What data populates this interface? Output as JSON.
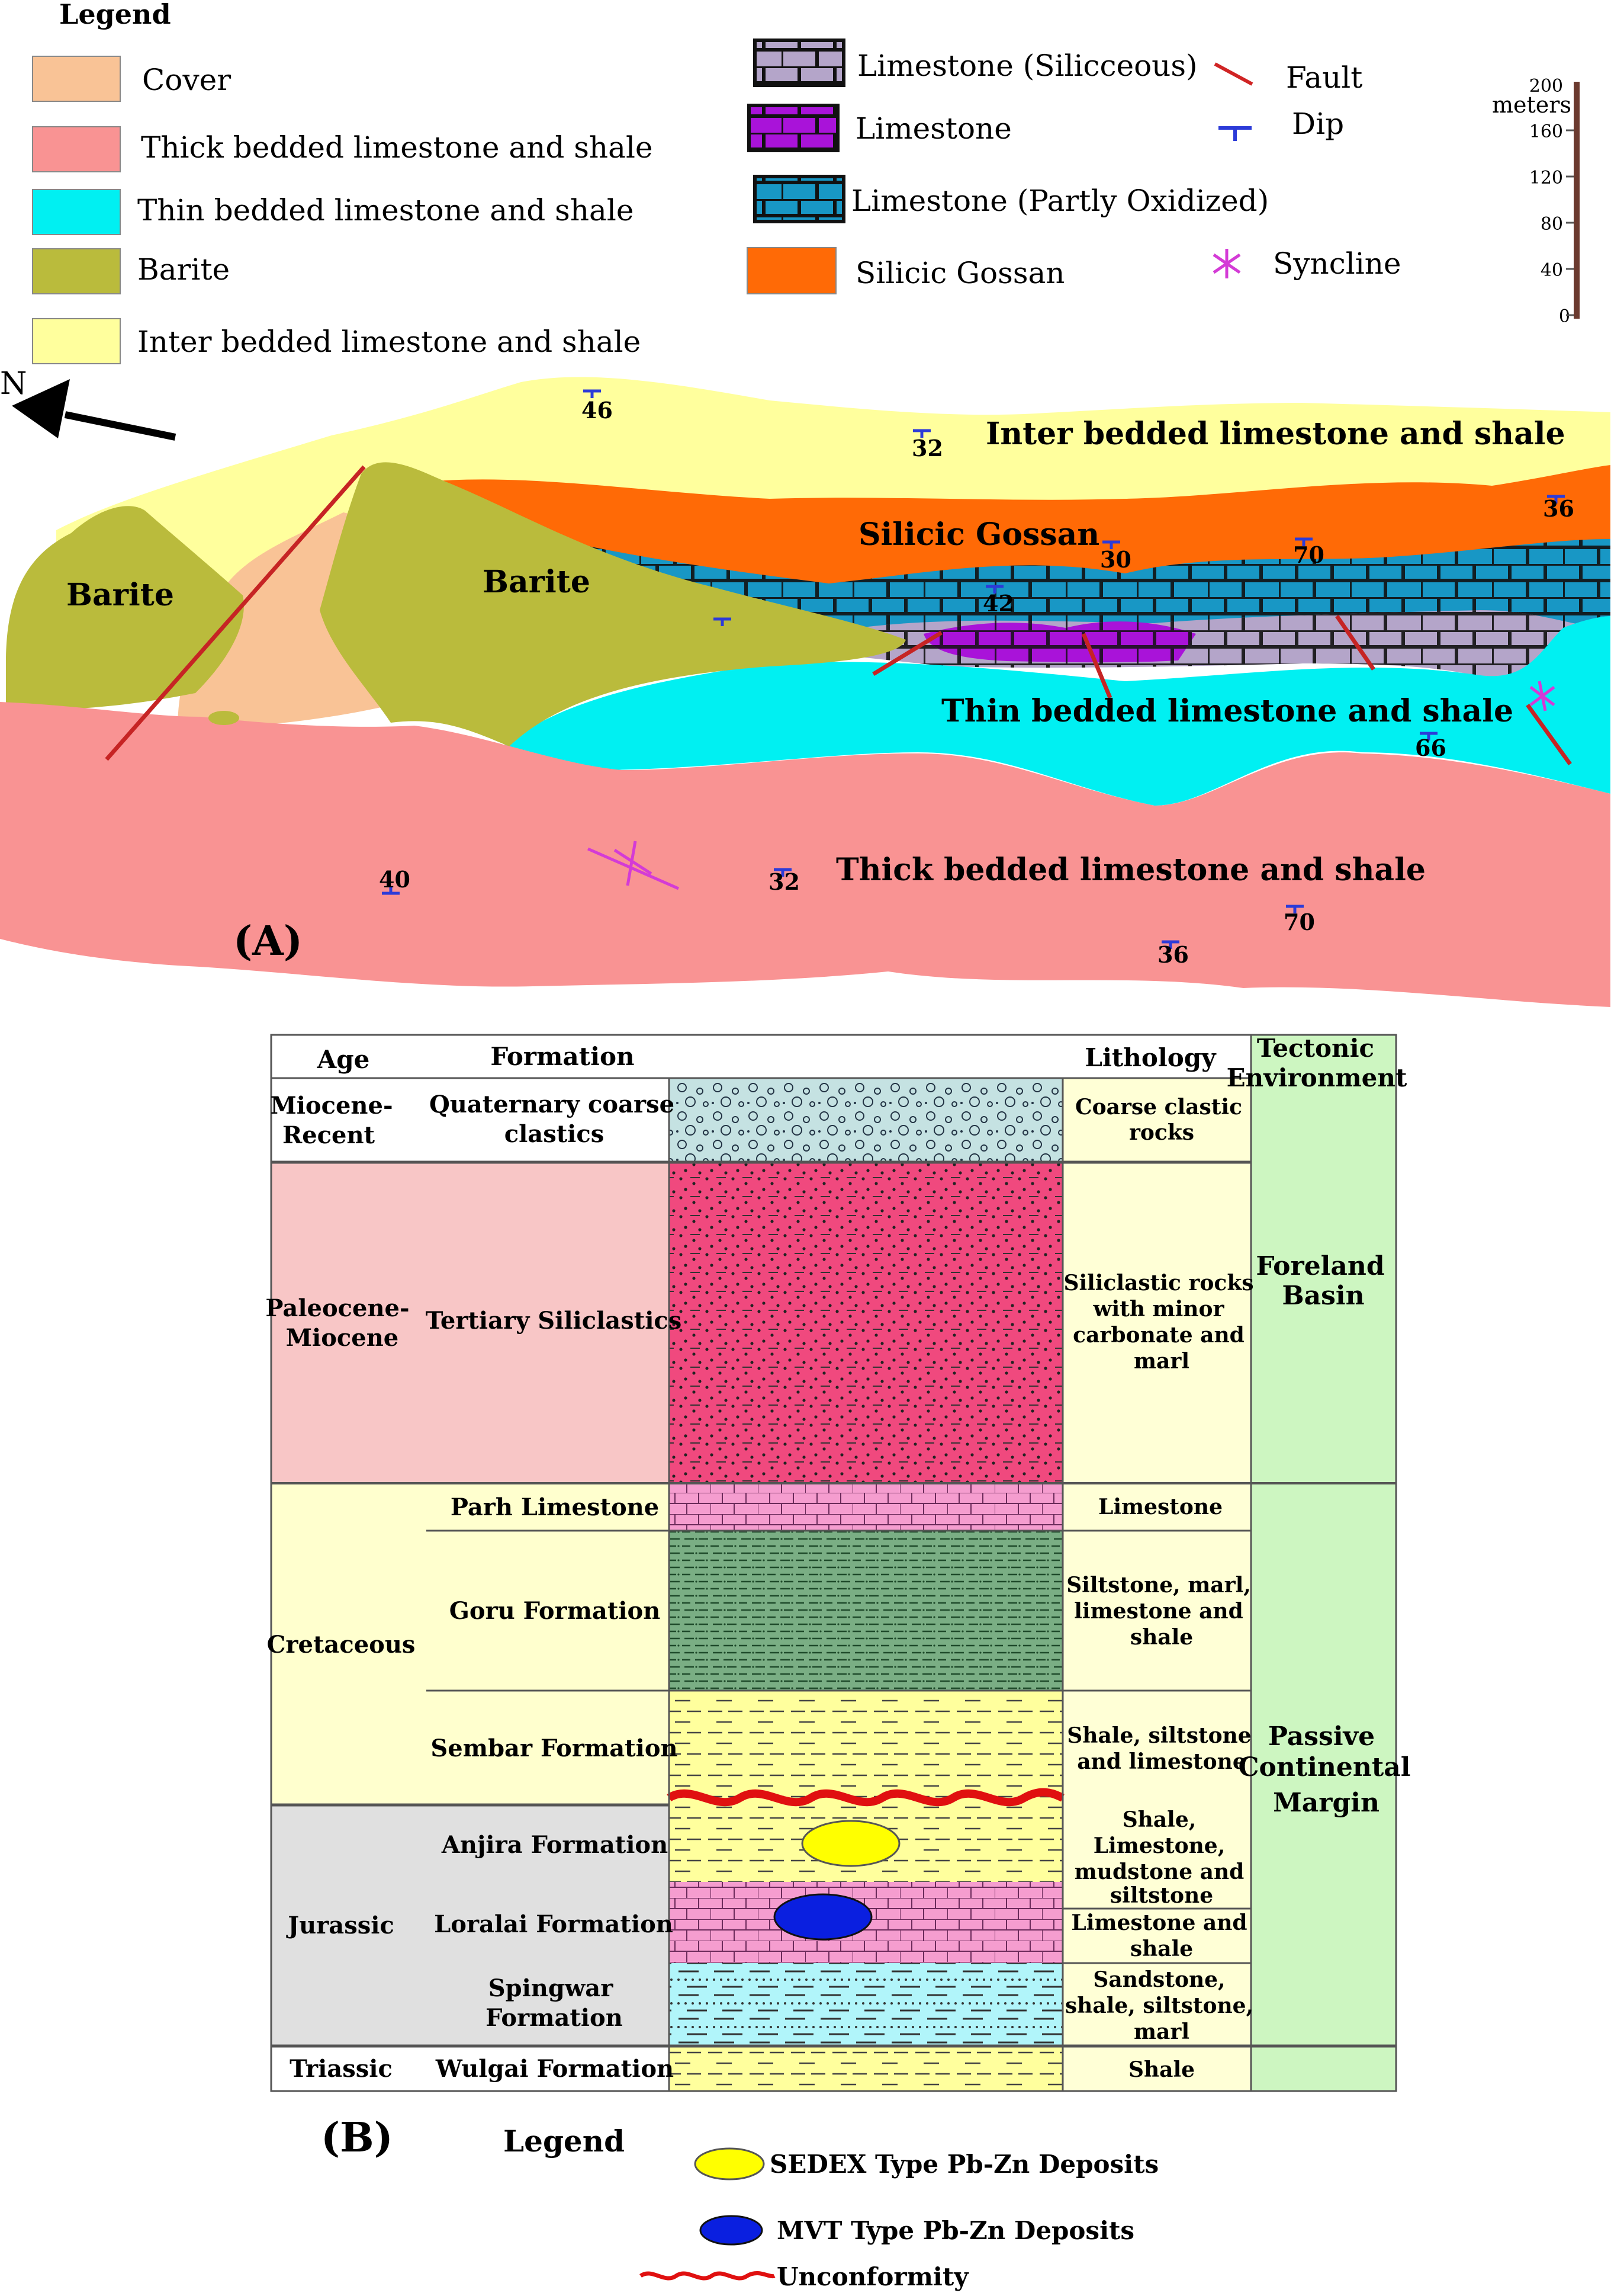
{
  "map_legend": {
    "title": "Legend",
    "items": [
      {
        "label": "Cover",
        "color": "#F9C396"
      },
      {
        "label": "Thick bedded limestone and shale",
        "color": "#F99393"
      },
      {
        "label": "Thin bedded limestone and shale",
        "color": "#00F0F2"
      },
      {
        "label": "Barite",
        "color": "#BABB3C"
      },
      {
        "label": "Inter bedded limestone and shale",
        "color": "#FFFF9D"
      }
    ],
    "rock_items": [
      {
        "label": "Limestone (Silicceous)",
        "color": "#B4A5C9"
      },
      {
        "label": "Limestone",
        "color": "#A913D9"
      },
      {
        "label": "Limestone (Partly Oxidized)",
        "color": "#1897C5"
      },
      {
        "label": "Silicic Gossan",
        "color": "#FF6A06"
      }
    ],
    "symbols": [
      {
        "label": "Fault",
        "color": "#D02424"
      },
      {
        "label": "Dip",
        "color": "#2C3BD8"
      },
      {
        "label": "Syncline",
        "color": "#D43BD6"
      }
    ]
  },
  "scale_bar": {
    "unit": "meters",
    "ticks": [
      "200",
      "160",
      "120",
      "80",
      "40",
      "0"
    ],
    "color": "#6B3A2F"
  },
  "north_arrow": {
    "label": "N"
  },
  "map": {
    "unit_labels": {
      "barite_left": "Barite",
      "barite_center": "Barite",
      "inter_bedded": "Inter bedded limestone and shale",
      "silicic_gossan": "Silicic Gossan",
      "thin_bedded": "Thin bedded limestone and shale",
      "thick_bedded": "Thick bedded limestone and shale"
    },
    "dips": [
      "46",
      "32",
      "36",
      "30",
      "70",
      "42",
      "66",
      "40",
      "32",
      "70",
      "36"
    ],
    "panel_label": "(A)"
  },
  "column": {
    "headers": {
      "age": "Age",
      "formation": "Formation",
      "lithology": "Lithology",
      "tectonic_1": "Tectonic",
      "tectonic_2": "Environment"
    },
    "ages": {
      "miocene_1": "Miocene-",
      "miocene_2": "Recent",
      "paleocene_1": "Paleocene-",
      "paleocene_2": "Miocene",
      "cretaceous": "Cretaceous",
      "jurassic": "Jurassic",
      "triassic": "Triassic"
    },
    "formations": {
      "quaternary_1": "Quaternary coarse",
      "quaternary_2": "clastics",
      "tertiary": "Tertiary Siliclastics",
      "parh": "Parh Limestone",
      "goru": "Goru Formation",
      "sembar": "Sembar Formation",
      "anjira": "Anjira Formation",
      "loralai": "Loralai Formation",
      "spingwar_1": "Spingwar",
      "spingwar_2": "Formation",
      "wulgai": "Wulgai Formation"
    },
    "lithologies": {
      "coarse_1": "Coarse clastic",
      "coarse_2": "rocks",
      "silic_1": "Siliclastic rocks",
      "silic_2": "with minor",
      "silic_3": "carbonate and",
      "silic_4": "marl",
      "limestone": "Limestone",
      "goru_1": "Siltstone, marl,",
      "goru_2": "limestone and",
      "goru_3": "shale",
      "sembar_1": "Shale, siltstone",
      "sembar_2": "and limestone",
      "anjira_1": "Shale,",
      "anjira_2": "Limestone,",
      "anjira_3": "mudstone and",
      "anjira_4": "siltstone",
      "loralai_1": "Limestone and",
      "loralai_2": "shale",
      "spingwar_1": "Sandstone,",
      "spingwar_2": "shale, siltstone,",
      "spingwar_3": "marl",
      "wulgai": "Shale"
    },
    "tectonic": {
      "foreland_1": "Foreland",
      "foreland_2": "Basin",
      "passive_1": "Passive",
      "passive_2": "Continental",
      "passive_3": "Margin"
    },
    "panel_label": "(B)"
  },
  "deposit_legend": {
    "title": "Legend",
    "items": [
      {
        "label": "SEDEX Type Pb-Zn Deposits",
        "color": "#FFFF00"
      },
      {
        "label": "MVT Type Pb-Zn Deposits",
        "color": "#0A1FE0"
      },
      {
        "label": "Unconformity",
        "color": "#E01010"
      }
    ]
  }
}
